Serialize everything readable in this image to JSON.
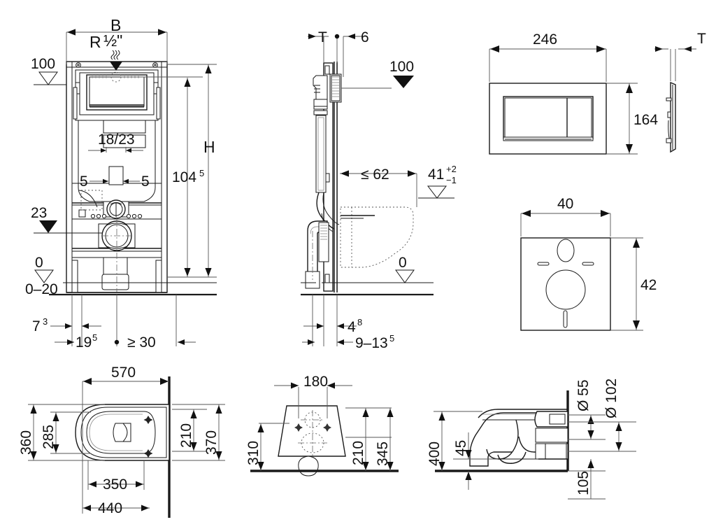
{
  "document": {
    "title": "Geberit Duofix installation drawing",
    "type": "technical-dimension-drawing",
    "units": "cm / mm",
    "line_color": "#1a1a1a",
    "background": "#ffffff"
  },
  "views": {
    "frame_front": {
      "name": "Installation frame – front elevation",
      "labels": {
        "width_b": "B",
        "water_connection": "R",
        "water_connection_size": "½\"",
        "level_100": "100",
        "height_h": "H",
        "height_1045": "104",
        "height_1045_sup": "5",
        "bolt_spacing": "18/23",
        "left_offset": "5",
        "right_offset": "5",
        "level_23": "23",
        "level_0": "0",
        "level_0_20": "0–20",
        "depth_73": "7",
        "depth_73_sup": "3",
        "depth_195": "19",
        "depth_195_sup": "5",
        "clearance_min30": "≥ 30"
      }
    },
    "frame_side": {
      "name": "Installation frame – side section",
      "labels": {
        "depth_t": "T",
        "dim_6": "6",
        "level_100": "100",
        "projection_max62": "≤ 62",
        "level_41": "41",
        "level_41_tol_plus": "+2",
        "level_41_tol_minus": "−1",
        "level_0": "0",
        "dim_48": "4",
        "dim_48_sup": "8",
        "dim_9_135": "9–13",
        "dim_9_135_sup": "5"
      }
    },
    "flush_plate": {
      "name": "Actuator / flush plate",
      "labels": {
        "width_246": "246",
        "height_164": "164",
        "thickness_t": "T"
      }
    },
    "insulation_mat": {
      "name": "Sound insulation mat",
      "labels": {
        "width_40": "40",
        "height_42": "42"
      }
    },
    "wc_plan": {
      "name": "Wall-hung WC – plan view",
      "labels": {
        "length_570": "570",
        "width_360": "360",
        "width_285": "285",
        "bolt_210": "210",
        "width_370": "370",
        "bolt_350": "350",
        "dim_440": "440"
      }
    },
    "wc_front": {
      "name": "Wall-hung WC – front elevation",
      "labels": {
        "width_180": "180",
        "height_310": "310",
        "height_210": "210",
        "height_345": "345"
      }
    },
    "wc_side": {
      "name": "Wall-hung WC – side elevation",
      "labels": {
        "height_400": "400",
        "height_45": "45",
        "dia_55": "Ø 55",
        "dia_102": "Ø 102",
        "height_105": "105"
      }
    }
  }
}
